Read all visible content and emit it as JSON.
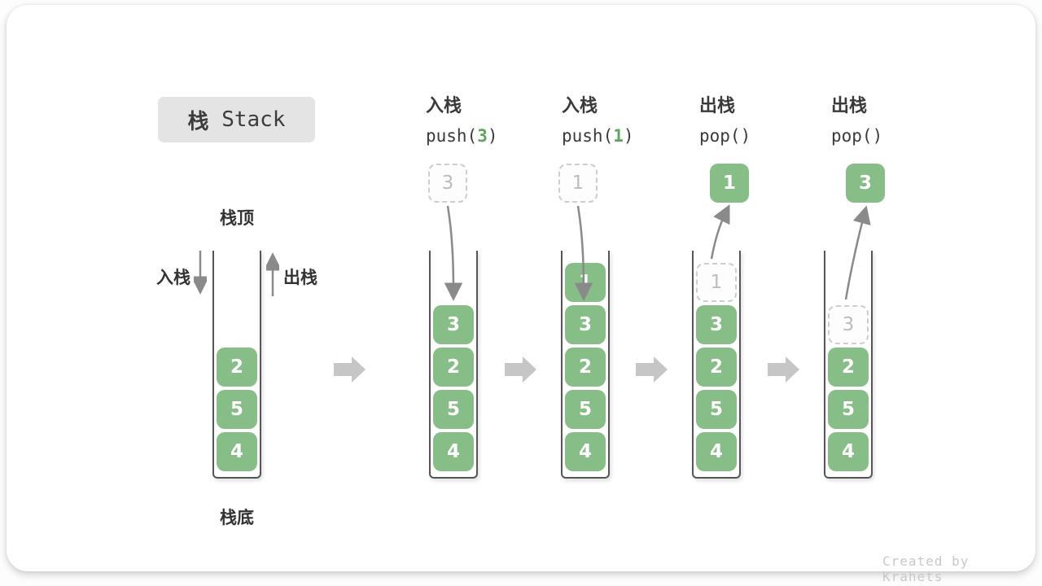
{
  "title": {
    "zh": "栈",
    "en": " Stack"
  },
  "watermark": "Created by Krahets",
  "stack_labels": {
    "top": "栈顶",
    "bottom": "栈底",
    "push_side": "入栈",
    "pop_side": "出栈"
  },
  "operations": [
    {
      "label": "入栈",
      "code_before": "push(",
      "arg": "3",
      "code_after": ")"
    },
    {
      "label": "入栈",
      "code_before": "push(",
      "arg": "1",
      "code_after": ")"
    },
    {
      "label": "出栈",
      "code_before": "pop(",
      "arg": "",
      "code_after": ")"
    },
    {
      "label": "出栈",
      "code_before": "pop(",
      "arg": "",
      "code_after": ")"
    }
  ],
  "stacks": [
    {
      "name": "initial-stack",
      "blocks": [
        {
          "v": "2"
        },
        {
          "v": "5"
        },
        {
          "v": "4"
        }
      ]
    },
    {
      "name": "after-push-3",
      "floating": {
        "v": "3",
        "variant": "ghost"
      },
      "blocks": [
        {
          "v": "3"
        },
        {
          "v": "2"
        },
        {
          "v": "5"
        },
        {
          "v": "4"
        }
      ]
    },
    {
      "name": "after-push-1",
      "floating": {
        "v": "1",
        "variant": "ghost"
      },
      "blocks": [
        {
          "v": "1"
        },
        {
          "v": "3"
        },
        {
          "v": "2"
        },
        {
          "v": "5"
        },
        {
          "v": "4"
        }
      ]
    },
    {
      "name": "after-pop-1",
      "floating": {
        "v": "1",
        "variant": "solid"
      },
      "blocks": [
        {
          "v": "1",
          "ghost": true
        },
        {
          "v": "3"
        },
        {
          "v": "2"
        },
        {
          "v": "5"
        },
        {
          "v": "4"
        }
      ]
    },
    {
      "name": "after-pop-3",
      "floating": {
        "v": "3",
        "variant": "solid"
      },
      "blocks": [
        {
          "v": "3",
          "ghost": true
        },
        {
          "v": "2"
        },
        {
          "v": "5"
        },
        {
          "v": "4"
        }
      ]
    }
  ],
  "colors": {
    "block_green": "#87bd87",
    "code_arg_green": "#5fa45f",
    "curve_arrow_gray": "#8a8a8a",
    "block_arrow_gray": "#c6c6c6",
    "ghost_border_gray": "#cdcdcd",
    "title_chip_bg": "#e4e4e4"
  }
}
